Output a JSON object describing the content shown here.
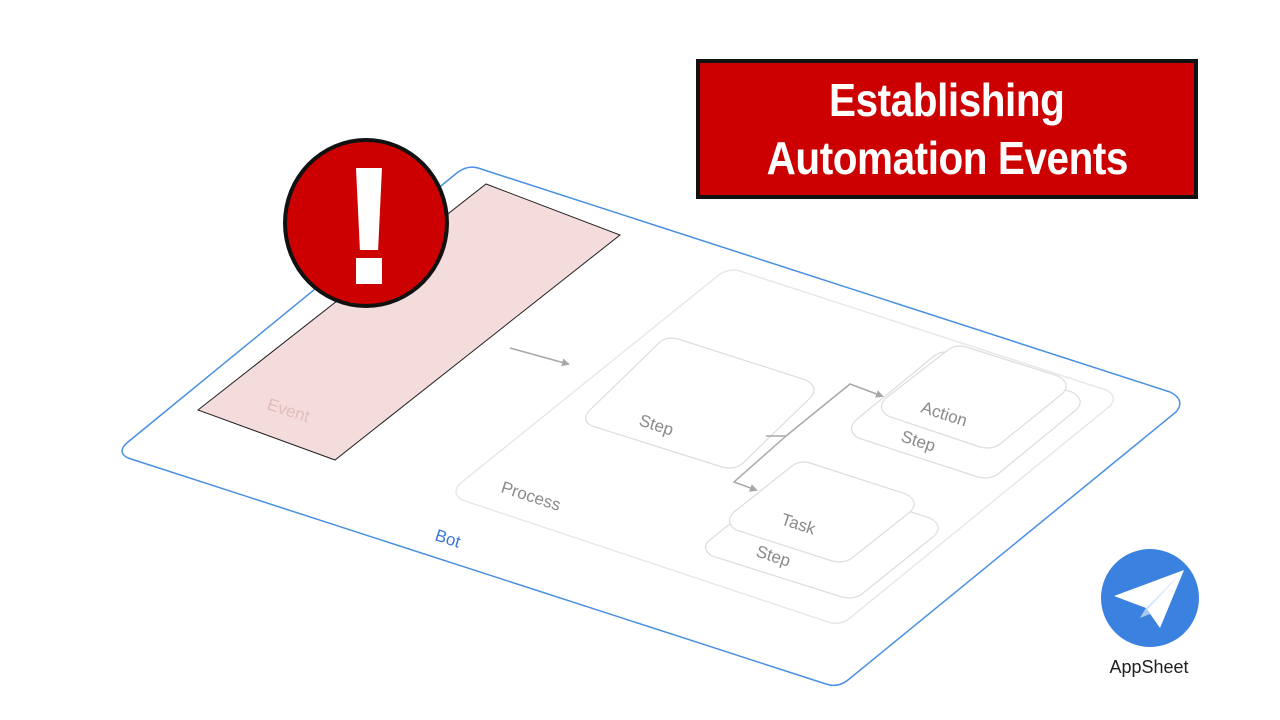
{
  "title": {
    "line1": "Establishing",
    "line2": "Automation Events"
  },
  "diagram": {
    "bot_label": "Bot",
    "event_label": "Event",
    "process_label": "Process",
    "step_label": "Step",
    "action_card": {
      "top_label": "Action",
      "bottom_label": "Step"
    },
    "task_card": {
      "top_label": "Task",
      "bottom_label": "Step"
    }
  },
  "logo": {
    "name": "AppSheet",
    "icon": "paper-plane-icon"
  },
  "colors": {
    "accent_red": "#cc0000",
    "event_fill": "#f5dcdc",
    "bot_blue": "#4a90e2",
    "logo_blue": "#3b82e0"
  }
}
